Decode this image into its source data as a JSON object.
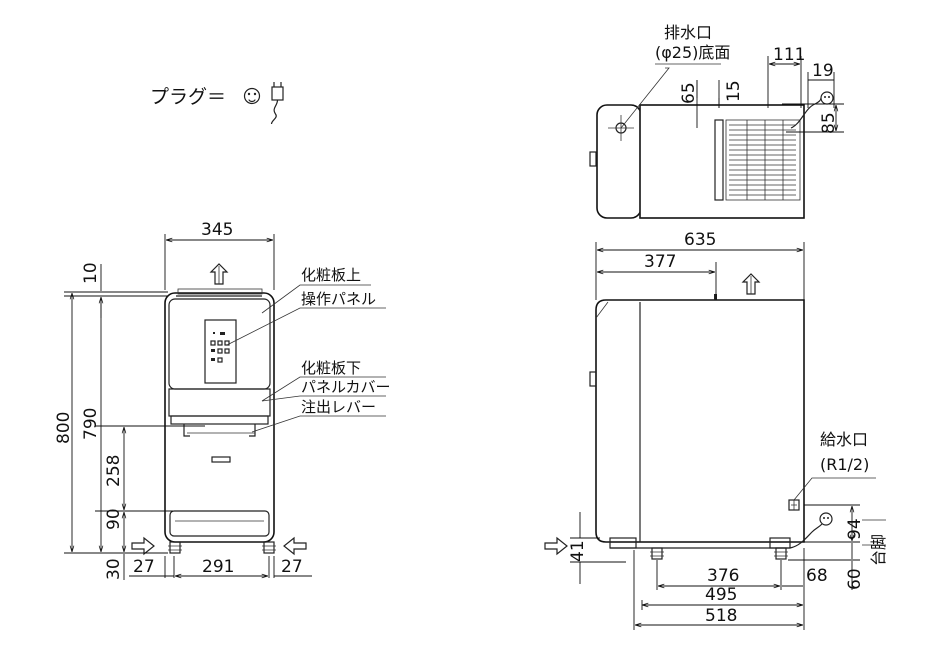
{
  "plug_legend": {
    "label": "プラグ＝"
  },
  "front_view": {
    "labels": {
      "upper_panel": "化粧板上",
      "control_panel": "操作パネル",
      "lower_panel": "化粧板下",
      "panel_cover": "パネルカバー",
      "dispense_lever": "注出レバー"
    },
    "dimensions": {
      "width": "345",
      "top_offset": "10",
      "total_height": "800",
      "body_height": "790",
      "dispense_height": "258",
      "tray_height": "90",
      "foot_height": "30",
      "left_offset": "27",
      "foot_span": "291",
      "right_offset": "27"
    }
  },
  "top_view": {
    "drain_label_line1": "排水口",
    "drain_label_line2": "(φ25)底面",
    "dimensions": {
      "d111": "111",
      "d19": "19",
      "d65": "65",
      "d15": "15",
      "d85": "85"
    }
  },
  "side_view": {
    "inlet_label_line1": "給水口",
    "inlet_label_line2": "(R1/2)",
    "base_label": "台脚",
    "dimensions": {
      "depth": "635",
      "center_offset": "377",
      "d41": "41",
      "d94": "94",
      "d60": "60",
      "foot_span": "376",
      "d68": "68",
      "d495": "495",
      "d518": "518"
    }
  }
}
